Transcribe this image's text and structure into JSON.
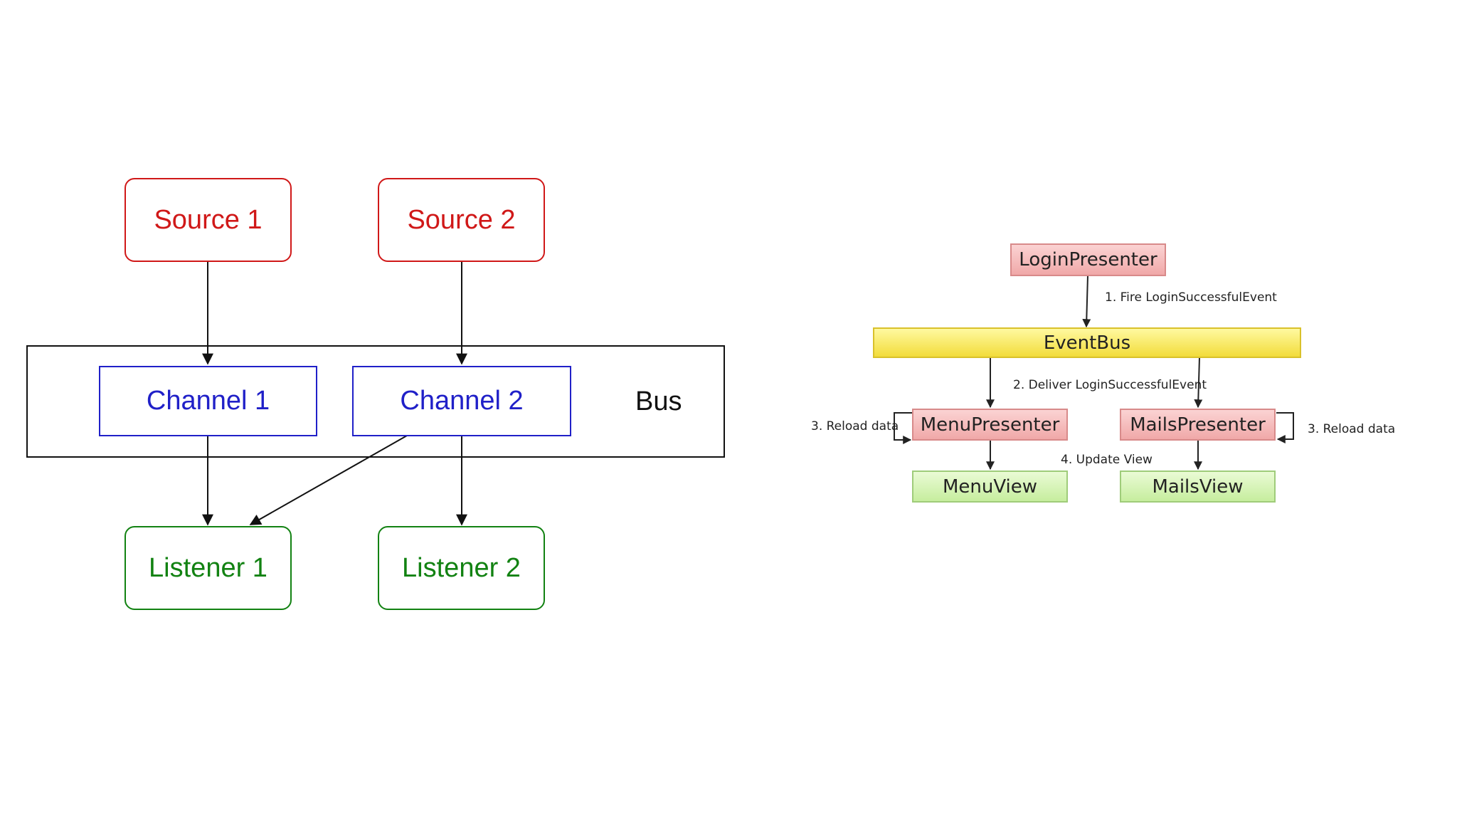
{
  "left_diagram": {
    "sources": [
      "Source 1",
      "Source 2"
    ],
    "channels": [
      "Channel 1",
      "Channel 2"
    ],
    "bus_label": "Bus",
    "listeners": [
      "Listener 1",
      "Listener 2"
    ],
    "colors": {
      "source": "#d01818",
      "channel": "#2020c8",
      "listener": "#128212",
      "bus": "#111111"
    }
  },
  "right_diagram": {
    "login_presenter": "LoginPresenter",
    "event_bus": "EventBus",
    "menu_presenter": "MenuPresenter",
    "mails_presenter": "MailsPresenter",
    "menu_view": "MenuView",
    "mails_view": "MailsView",
    "step1": "1. Fire LoginSuccessfulEvent",
    "step2": "2. Deliver LoginSuccessfulEvent",
    "step3_left": "3. Reload data",
    "step3_right": "3. Reload data",
    "step4": "4. Update View",
    "colors": {
      "presenter": "#f0a8a8",
      "bus": "#f2dc3a",
      "view": "#c6ed9e"
    }
  }
}
